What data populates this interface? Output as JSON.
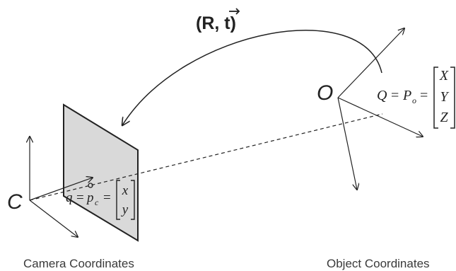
{
  "transform": {
    "label_open": "(",
    "label_R": "R",
    "label_sep": ", ",
    "label_t": "t",
    "label_close": ")"
  },
  "object": {
    "origin_label": "O",
    "point_label_Q": "Q",
    "point_label_P": "P",
    "point_subscript": "o",
    "equals": "=",
    "vector": [
      "X",
      "Y",
      "Z"
    ]
  },
  "camera": {
    "origin_label": "C",
    "point_label_q": "q",
    "point_label_p": "p",
    "point_subscript": "c",
    "equals": "=",
    "vector": [
      "x",
      "y"
    ]
  },
  "captions": {
    "camera": "Camera Coordinates",
    "object": "Object Coordinates"
  },
  "colors": {
    "ink": "#222222",
    "image_plane_fill": "#d9d9d9",
    "caption": "#3a3a3a"
  }
}
